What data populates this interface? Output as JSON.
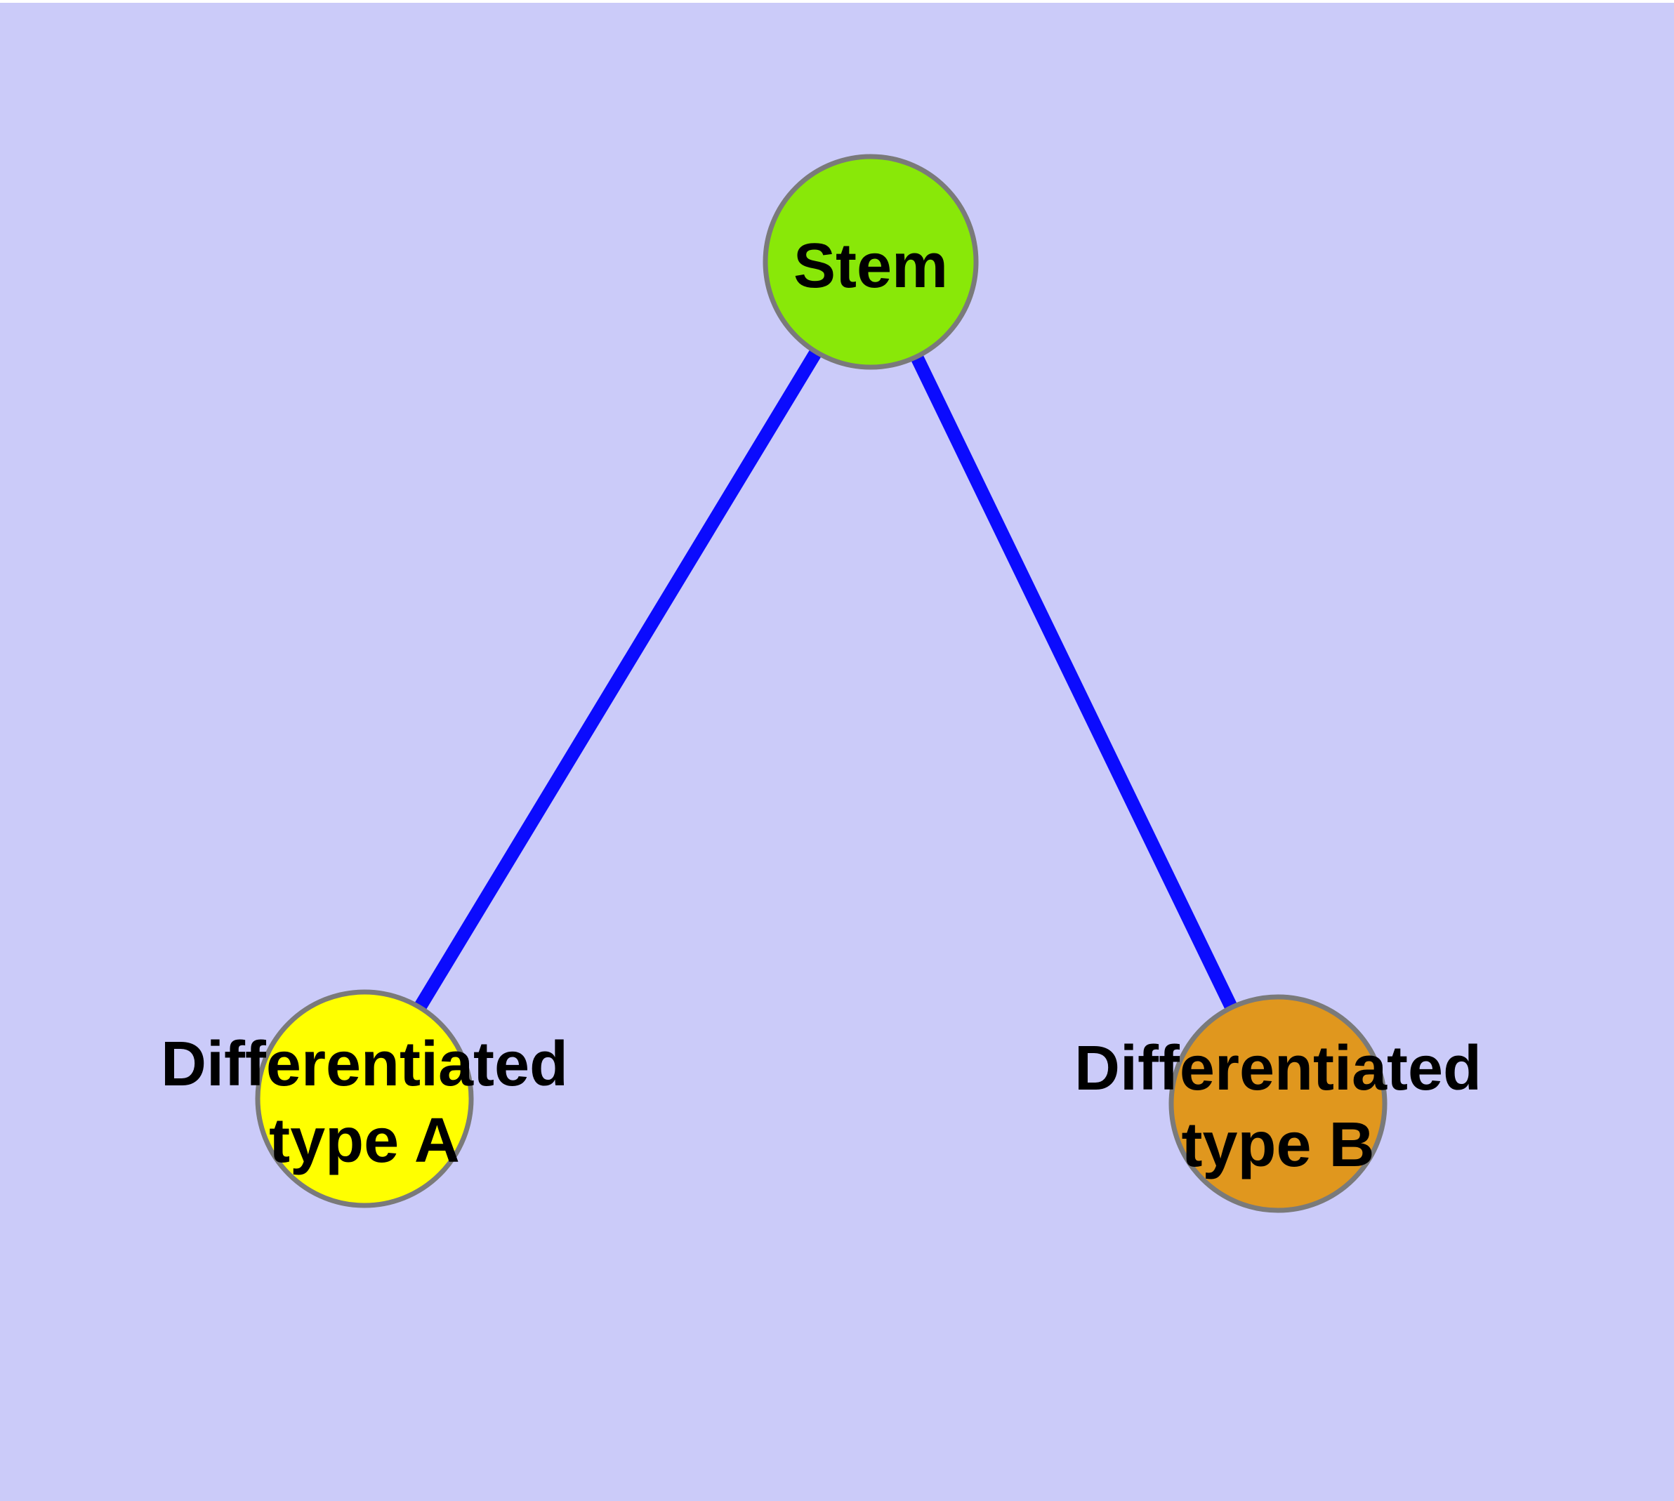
{
  "diagram": {
    "background_color": "#cbcbf9",
    "top_margin_color": "#ffffff",
    "edge_color": "#0b0bfe",
    "node_border_color": "#7a7a7a",
    "label_color": "#000000",
    "nodes": [
      {
        "id": "stem",
        "label": "Stem",
        "fill_color": "#89e808"
      },
      {
        "id": "differentiated-a",
        "label_line1": "Differentiated",
        "label_line2": "type A",
        "fill_color": "#ffff00"
      },
      {
        "id": "differentiated-b",
        "label_line1": "Differentiated",
        "label_line2": "type B",
        "fill_color": "#e0971e"
      }
    ],
    "edges": [
      {
        "from": "stem",
        "to": "differentiated-a"
      },
      {
        "from": "stem",
        "to": "differentiated-b"
      }
    ]
  }
}
